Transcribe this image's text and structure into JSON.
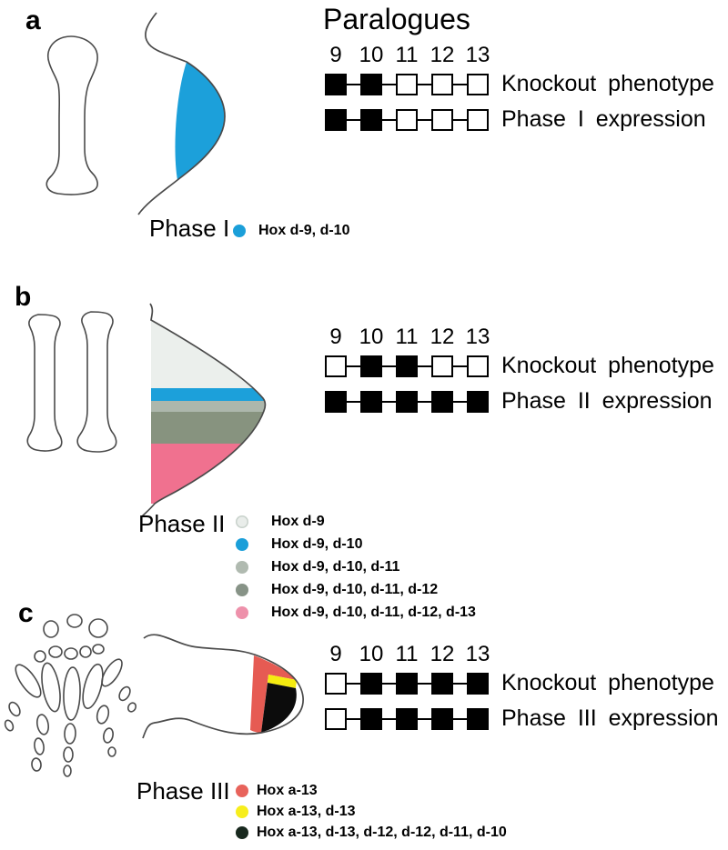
{
  "figure": {
    "title": "Paralogues",
    "numbers": [
      "9",
      "10",
      "11",
      "12",
      "13"
    ]
  },
  "colors": {
    "outline": "#4a4a4a",
    "square_black": "#000000",
    "phase1_blue": "#1CA0DA",
    "phase2_d9": "#EBEFEC",
    "phase2_d10": "#1CA0DA",
    "phase2_d11": "#ADB7AC",
    "phase2_d12": "#87937F",
    "phase2_d13": "#F0718F",
    "phase3_red": "#E65B53",
    "phase3_yellow": "#F5EC10",
    "phase3_black": "#0C0C0C"
  },
  "panels": {
    "a": {
      "letter": "a",
      "rows": [
        {
          "label": "Knockout phenotype",
          "pattern": [
            1,
            1,
            0,
            0,
            0
          ]
        },
        {
          "label": "Phase I expression",
          "pattern": [
            1,
            1,
            0,
            0,
            0
          ]
        }
      ],
      "phase_label": "Phase I",
      "legend": [
        {
          "color": "#1B9FD9",
          "label": "Hox d-9, d-10"
        }
      ]
    },
    "b": {
      "letter": "b",
      "rows": [
        {
          "label": "Knockout phenotype",
          "pattern": [
            0,
            1,
            1,
            0,
            0
          ]
        },
        {
          "label": "Phase II expression",
          "pattern": [
            1,
            1,
            1,
            1,
            1
          ]
        }
      ],
      "phase_label": "Phase II",
      "legend": [
        {
          "color": "#E9EDEA",
          "ring": "#C9D2CC",
          "label": "Hox d-9"
        },
        {
          "color": "#1B9FD9",
          "label": "Hox d-9, d-10"
        },
        {
          "color": "#B0BAB0",
          "label": "Hox d-9, d-10, d-11"
        },
        {
          "color": "#879387",
          "label": "Hox d-9, d-10, d-11, d-12"
        },
        {
          "color": "#EE91AB",
          "label": "Hox d-9, d-10, d-11, d-12, d-13"
        }
      ]
    },
    "c": {
      "letter": "c",
      "rows": [
        {
          "label": "Knockout phenotype",
          "pattern": [
            0,
            1,
            1,
            1,
            1
          ]
        },
        {
          "label": "Phase III expression",
          "pattern": [
            0,
            1,
            1,
            1,
            1
          ]
        }
      ],
      "phase_label": "Phase III",
      "legend": [
        {
          "color": "#E8635B",
          "label": "Hox a-13"
        },
        {
          "color": "#F7EE1C",
          "label": "Hox a-13, d-13"
        },
        {
          "color": "#18291E",
          "label": "Hox a-13, d-13, d-12, d-12, d-11, d-10"
        }
      ]
    }
  }
}
